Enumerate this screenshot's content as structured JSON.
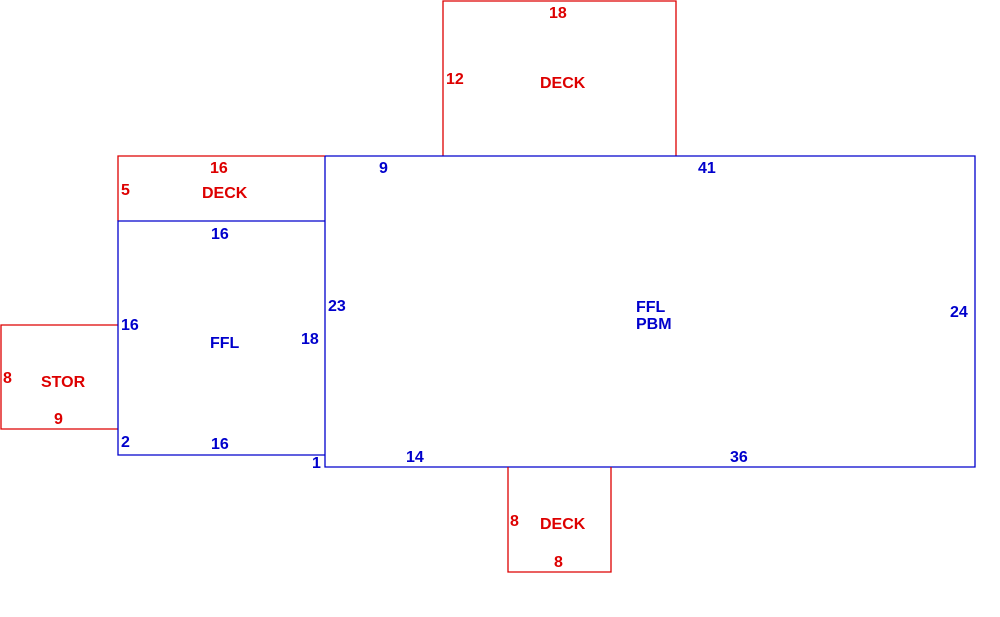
{
  "colors": {
    "red": "#dd0000",
    "blue": "#0000cc"
  },
  "areas": [
    {
      "id": "deck-top",
      "color": "red",
      "labels": [
        "DECK"
      ],
      "dimensions": [
        "18",
        "12"
      ]
    },
    {
      "id": "deck-left",
      "color": "red",
      "labels": [
        "DECK"
      ],
      "dimensions": [
        "16",
        "5"
      ]
    },
    {
      "id": "ffl-left",
      "color": "blue",
      "labels": [
        "FFL"
      ],
      "dimensions": [
        "16",
        "16",
        "18",
        "2",
        "16"
      ]
    },
    {
      "id": "stor",
      "color": "red",
      "labels": [
        "STOR"
      ],
      "dimensions": [
        "8",
        "9"
      ]
    },
    {
      "id": "main",
      "color": "blue",
      "labels": [
        "FFL",
        "PBM"
      ],
      "dimensions": [
        "9",
        "41",
        "23",
        "24",
        "1",
        "14",
        "36"
      ]
    },
    {
      "id": "deck-bottom",
      "color": "red",
      "labels": [
        "DECK"
      ],
      "dimensions": [
        "8",
        "8"
      ]
    }
  ]
}
